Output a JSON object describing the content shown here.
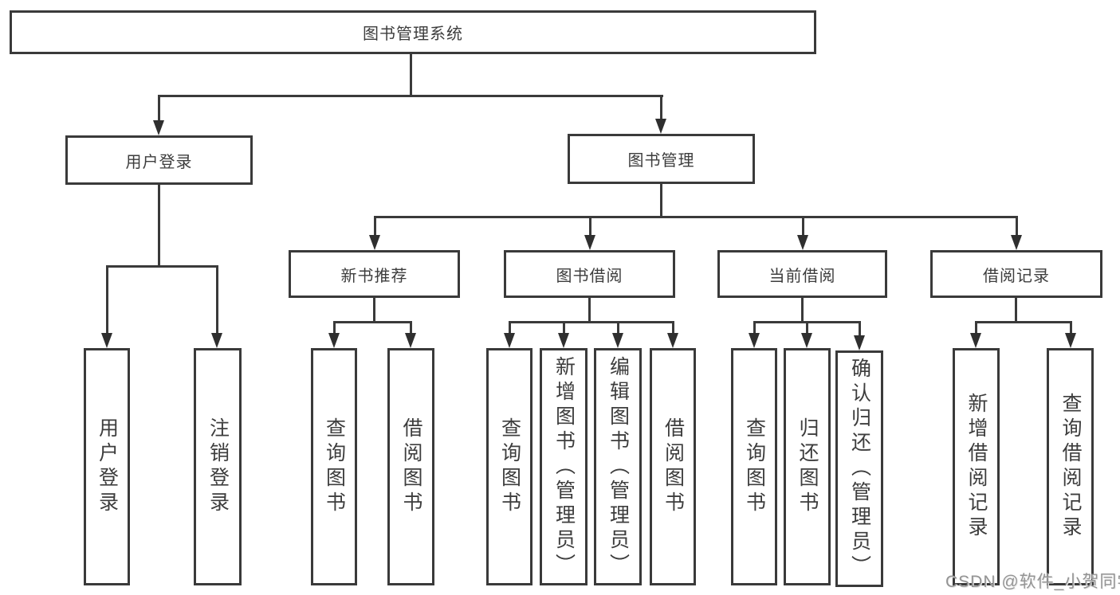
{
  "diagram": {
    "root": {
      "label": "图书管理系统"
    },
    "level2": [
      {
        "label": "用户登录"
      },
      {
        "label": "图书管理"
      }
    ],
    "level3": [
      {
        "label": "新书推荐"
      },
      {
        "label": "图书借阅"
      },
      {
        "label": "当前借阅"
      },
      {
        "label": "借阅记录"
      }
    ],
    "level4": {
      "user_login": [
        "用户登录",
        "注销登录"
      ],
      "new_book_recommend": [
        "查询图书",
        "借阅图书"
      ],
      "book_borrow": [
        "查询图书",
        "新增图书（管理员）",
        "编辑图书（管理员）",
        "借阅图书"
      ],
      "current_borrow": [
        "查询图书",
        "归还图书",
        "确认归还（管理员）"
      ],
      "borrow_records": [
        "新增借阅记录",
        "查询借阅记录"
      ]
    },
    "watermark": "CSDN @软件_小贺同学",
    "colors": {
      "border": "#3a3a3a",
      "line": "#3a3a3a",
      "arrow": "#2f2f2f",
      "text": "#3d3d3d",
      "background": "#ffffff",
      "watermark": "#949494"
    }
  }
}
